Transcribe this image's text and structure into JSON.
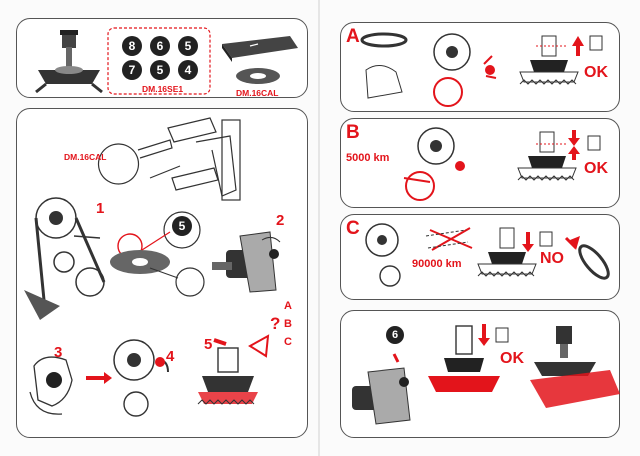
{
  "top_kit": {
    "labels": {
      "se1": "DM.16SE1",
      "cal": "DM.16CAL"
    },
    "sensor_numbers": [
      "8",
      "6",
      "5",
      "7",
      "5",
      "4"
    ]
  },
  "calibration": {
    "tool_label": "DM.16CAL",
    "steps": {
      "s1": "1",
      "s2": "2",
      "s3": "3",
      "s4": "4",
      "s5": "5"
    },
    "bolt_number": "5",
    "options": [
      "A",
      "B",
      "C"
    ],
    "question_mark": "?"
  },
  "sections": {
    "a": {
      "letter": "A",
      "ok": "OK"
    },
    "b": {
      "letter": "B",
      "km": "5000 km",
      "ok": "OK"
    },
    "c": {
      "letter": "C",
      "km": "90000 km",
      "no": "NO"
    },
    "d": {
      "bolt_number": "6",
      "ok": "OK"
    }
  },
  "colors": {
    "accent": "#e3141b",
    "ink": "#222222",
    "panel_border": "#555555"
  }
}
